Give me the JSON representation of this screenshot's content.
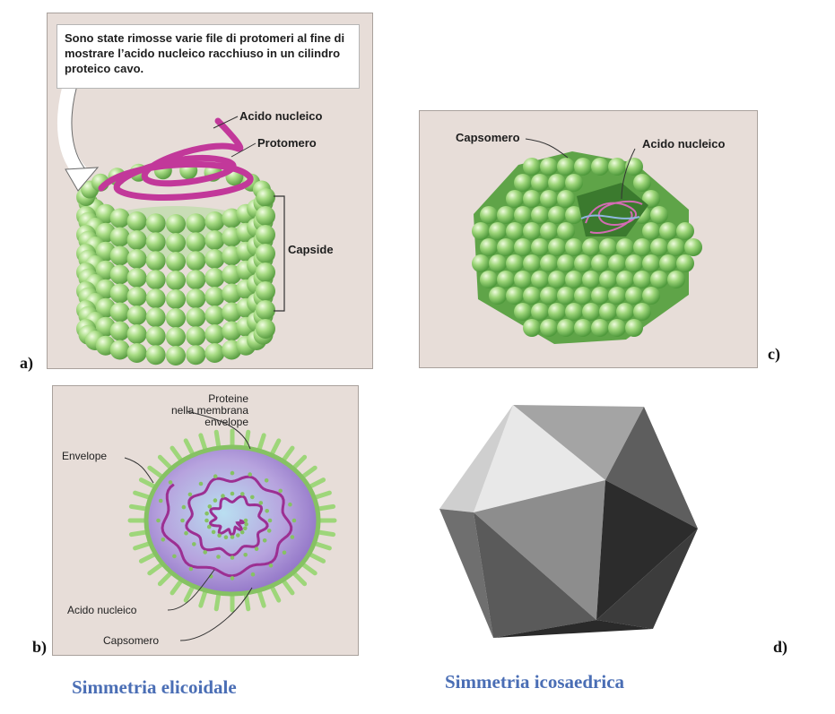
{
  "panel_a": {
    "letter": "a)",
    "callout": "Sono state rimosse varie file di protomeri al fine di mostrare l’acido nucleico racchiuso in un cilindro proteico cavo.",
    "labels": {
      "acido_nucleico": "Acido nucleico",
      "protomero": "Protomero",
      "capside": "Capside"
    }
  },
  "panel_b": {
    "letter": "b)",
    "labels": {
      "proteine_line1": "Proteine",
      "proteine_line2": "nella membrana",
      "proteine_line3": "envelope",
      "envelope": "Envelope",
      "acido_nucleico": "Acido nucleico",
      "capsomero": "Capsomero"
    }
  },
  "panel_c": {
    "letter": "c)",
    "labels": {
      "capsomero": "Capsomero",
      "acido_nucleico": "Acido nucleico"
    }
  },
  "panel_d": {
    "letter": "d)"
  },
  "captions": {
    "elicoidale": "Simmetria elicoidale",
    "icosaedrica": "Simmetria icosaedrica"
  },
  "colors": {
    "panel_bg": "#e7ddd8",
    "sphere": "#9ed67a",
    "nucleic_acid": "#c2389a",
    "envelope": "#a98fd0",
    "caption_blue": "#4a6eb5"
  }
}
